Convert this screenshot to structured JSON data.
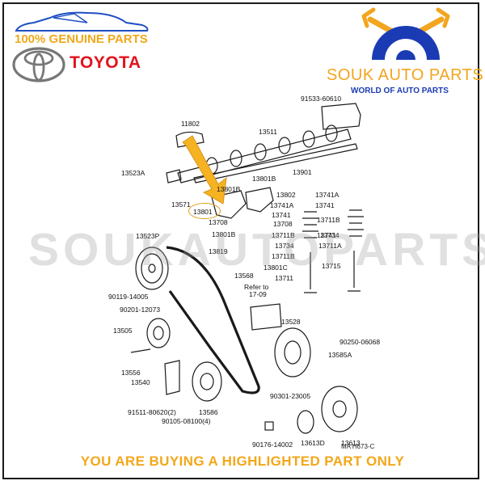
{
  "header": {
    "genuine_label": "100% GENUINE PARTS",
    "brand_name": "TOYOTA",
    "store_name": "SOUK AUTO PARTS",
    "store_tagline": "WORLD OF AUTO PARTS"
  },
  "watermark": "SOUKAUTOPARTS",
  "diagram_code": "MA H673-C",
  "footer": "YOU ARE BUYING A HIGHLIGHTED PART ONLY",
  "highlighted_part": "13801",
  "part_labels": [
    "91533-60610",
    "11802",
    "13511",
    "13901",
    "13523A",
    "13801B",
    "13801B",
    "13802",
    "13741A",
    "13741",
    "13571",
    "13801",
    "13741A",
    "13741",
    "13711B",
    "13708",
    "13708",
    "13741",
    "13711B",
    "13801B",
    "13734",
    "13523P",
    "13711B",
    "13819",
    "13734",
    "13711A",
    "13801C",
    "13715",
    "13711",
    "13568",
    "Refer to",
    "17-09",
    "90119-14005",
    "90201-12073",
    "13528",
    "13505",
    "90250-06068",
    "13585A",
    "13556",
    "13540",
    "90301-23005",
    "91511-80620(2)",
    "13586",
    "90105-08100(4)",
    "90176-14002",
    "13613D",
    "13613"
  ],
  "colors": {
    "accent_orange": "#f0a81a",
    "brand_red": "#e1141d",
    "tagline_blue": "#1b3bb5",
    "car_blue": "#1e4fc4"
  },
  "icons": [
    "car-silhouette-icon",
    "toyota-emblem-icon",
    "crossed-wrenches-icon",
    "gear-wheel-icon",
    "highlight-arrow-icon"
  ]
}
